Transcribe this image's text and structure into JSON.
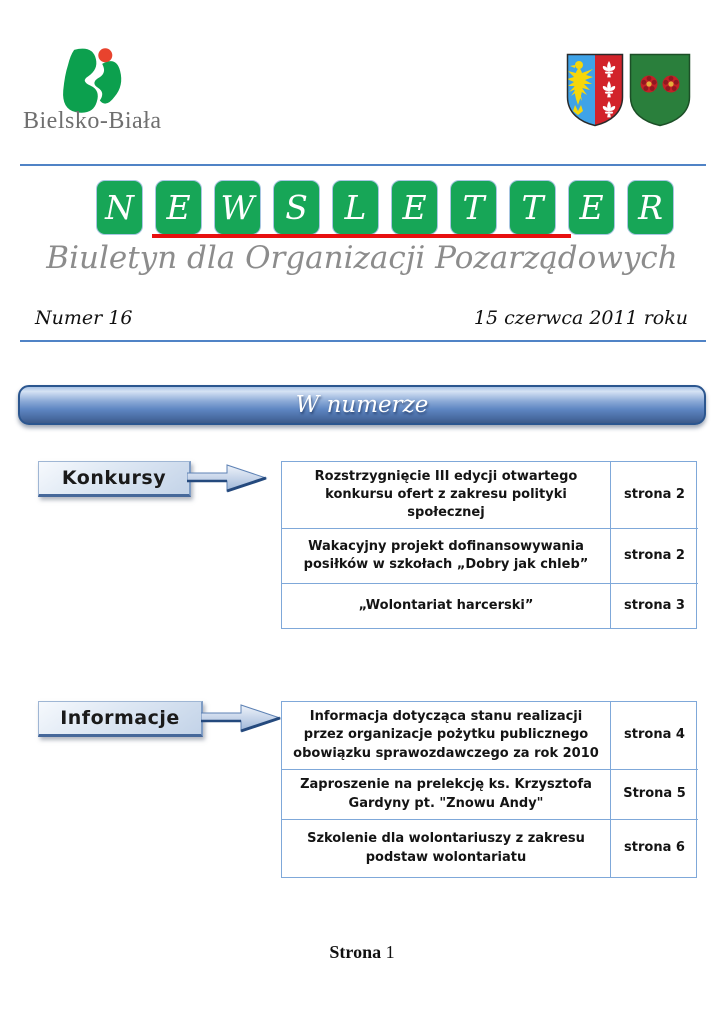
{
  "header": {
    "city_name": "Bielsko-Biała"
  },
  "masthead": {
    "letters": [
      "N",
      "E",
      "W",
      "S",
      "L",
      "E",
      "T",
      "T",
      "E",
      "R"
    ],
    "subtitle": "Biuletyn dla Organizacji Pozarządowych"
  },
  "issue_line": {
    "issue": "Numer 16",
    "date": "15 czerwca 2011 roku"
  },
  "banner": {
    "title": "W numerze"
  },
  "sections": [
    {
      "label": "Konkursy",
      "items": [
        {
          "title": "Rozstrzygnięcie III edycji otwartego konkursu ofert z zakresu polityki społecznej",
          "page": "strona 2"
        },
        {
          "title": "Wakacyjny projekt dofinansowywania posiłków w szkołach „Dobry jak chleb”",
          "page": "strona 2"
        },
        {
          "title": "„Wolontariat harcerski”",
          "page": "strona 3"
        }
      ]
    },
    {
      "label": "Informacje",
      "items": [
        {
          "title": "Informacja dotycząca stanu realizacji przez organizacje pożytku publicznego obowiązku sprawozdawczego za rok 2010",
          "page": "strona 4"
        },
        {
          "title": "Zaproszenie na prelekcję ks. Krzysztofa Gardyny pt. \"Znowu Andy\"",
          "page": "Strona 5"
        },
        {
          "title": "Szkolenie dla wolontariuszy z zakresu podstaw wolontariatu",
          "page": "strona 6"
        }
      ]
    }
  ],
  "footer": {
    "label": "Strona",
    "page": "1"
  },
  "colors": {
    "tile_green": "#17A657",
    "underline_red": "#E8100F",
    "rule_blue": "#5083C6",
    "banner_blue": "#5E86C2",
    "table_border": "#7FA8D9"
  }
}
